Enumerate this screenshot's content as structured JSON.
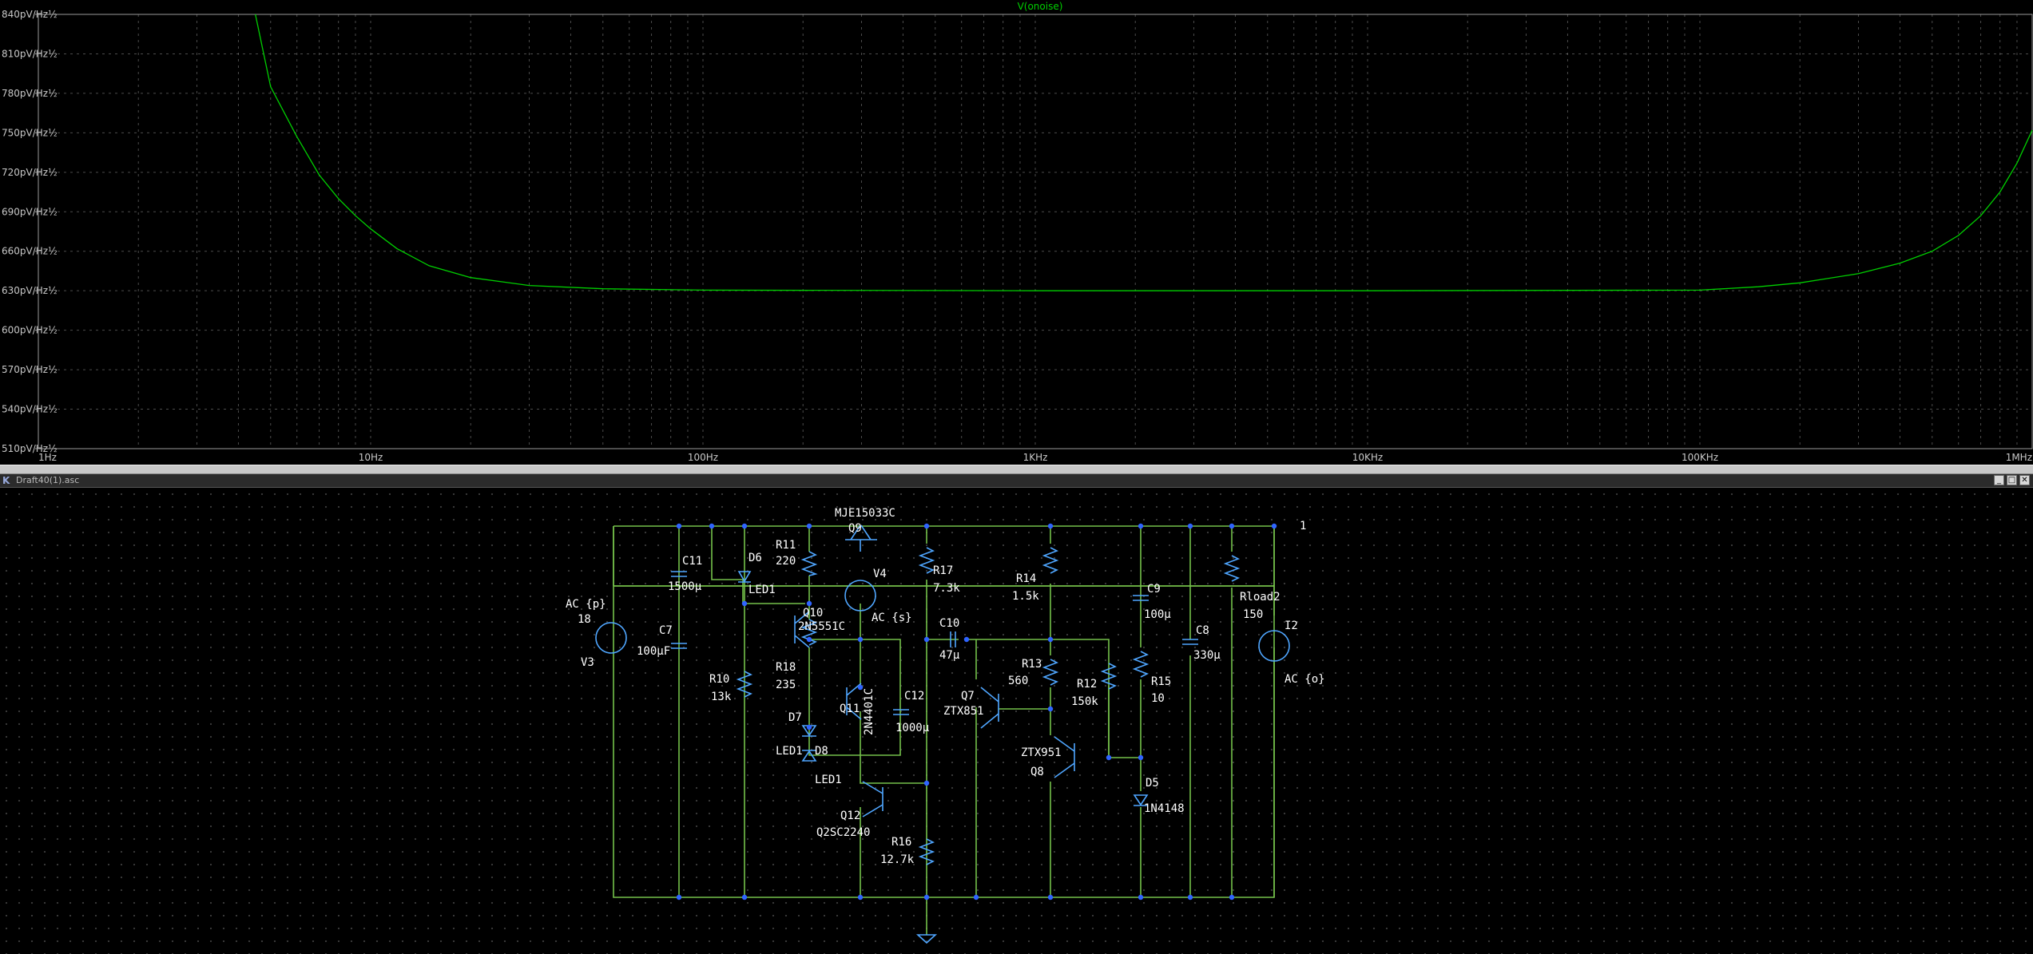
{
  "plot": {
    "trace_title": "V(onoise)",
    "trace_color": "#00d000",
    "y_tick_labels": [
      "840pV/Hz½",
      "810pV/Hz½",
      "780pV/Hz½",
      "750pV/Hz½",
      "720pV/Hz½",
      "690pV/Hz½",
      "660pV/Hz½",
      "630pV/Hz½",
      "600pV/Hz½",
      "570pV/Hz½",
      "540pV/Hz½",
      "510pV/Hz½"
    ],
    "x_tick_labels": [
      "1Hz",
      "10Hz",
      "100Hz",
      "1KHz",
      "10KHz",
      "100KHz",
      "1MHz"
    ]
  },
  "chart_data": {
    "type": "line",
    "title": "V(onoise)",
    "xscale": "log",
    "xlim": [
      1,
      1000000
    ],
    "ylim": [
      510,
      840
    ],
    "yunit": "pV/Hz½",
    "grid": true,
    "series": [
      {
        "name": "V(onoise)",
        "x": [
          4.5,
          5,
          6,
          7,
          8,
          9,
          10,
          12,
          15,
          20,
          30,
          50,
          100,
          1000,
          10000,
          100000,
          150000,
          200000,
          300000,
          400000,
          500000,
          600000,
          700000,
          800000,
          900000,
          1000000
        ],
        "y": [
          840,
          785,
          747,
          718,
          700,
          687,
          677,
          662,
          649,
          640,
          634,
          631.5,
          630.5,
          630,
          630,
          630.5,
          633,
          636,
          643,
          651,
          660,
          672,
          687,
          705,
          727,
          752
        ]
      }
    ]
  },
  "window": {
    "title": "Draft40(1).asc",
    "min": "_",
    "max": "□",
    "close": "✕"
  },
  "schematic": {
    "labels": [
      {
        "t": "MJE15033C"
      },
      {
        "t": "Q9"
      },
      {
        "t": "R11"
      },
      {
        "t": "220"
      },
      {
        "t": "D6"
      },
      {
        "t": "LED1"
      },
      {
        "t": "C11"
      },
      {
        "t": "1500µ"
      },
      {
        "t": "V4"
      },
      {
        "t": "AC {s}"
      },
      {
        "t": "R17"
      },
      {
        "t": "7.3k"
      },
      {
        "t": "R14"
      },
      {
        "t": "1.5k"
      },
      {
        "t": "C9"
      },
      {
        "t": "100µ"
      },
      {
        "t": "Rload2"
      },
      {
        "t": "150"
      },
      {
        "t": "I2"
      },
      {
        "t": "AC {o}"
      },
      {
        "t": "1"
      },
      {
        "t": "AC {p}"
      },
      {
        "t": "18"
      },
      {
        "t": "V3"
      },
      {
        "t": "C7"
      },
      {
        "t": "100µF"
      },
      {
        "t": "Q10"
      },
      {
        "t": "2N5551C"
      },
      {
        "t": "R10"
      },
      {
        "t": "13k"
      },
      {
        "t": "R18"
      },
      {
        "t": "235"
      },
      {
        "t": "Q11"
      },
      {
        "t": "2N4401C"
      },
      {
        "t": "C12"
      },
      {
        "t": "1000µ"
      },
      {
        "t": "D7"
      },
      {
        "t": "LED1"
      },
      {
        "t": "D8"
      },
      {
        "t": "LED1"
      },
      {
        "t": "C10"
      },
      {
        "t": "47µ"
      },
      {
        "t": "R13"
      },
      {
        "t": "560"
      },
      {
        "t": "Q7"
      },
      {
        "t": "ZTX851"
      },
      {
        "t": "R12"
      },
      {
        "t": "150k"
      },
      {
        "t": "R15"
      },
      {
        "t": "10"
      },
      {
        "t": "C8"
      },
      {
        "t": "330µ"
      },
      {
        "t": "ZTX951"
      },
      {
        "t": "Q8"
      },
      {
        "t": "D5"
      },
      {
        "t": "1N4148"
      },
      {
        "t": "Q12"
      },
      {
        "t": "Q2SC2240"
      },
      {
        "t": "R16"
      },
      {
        "t": "12.7k"
      }
    ]
  }
}
